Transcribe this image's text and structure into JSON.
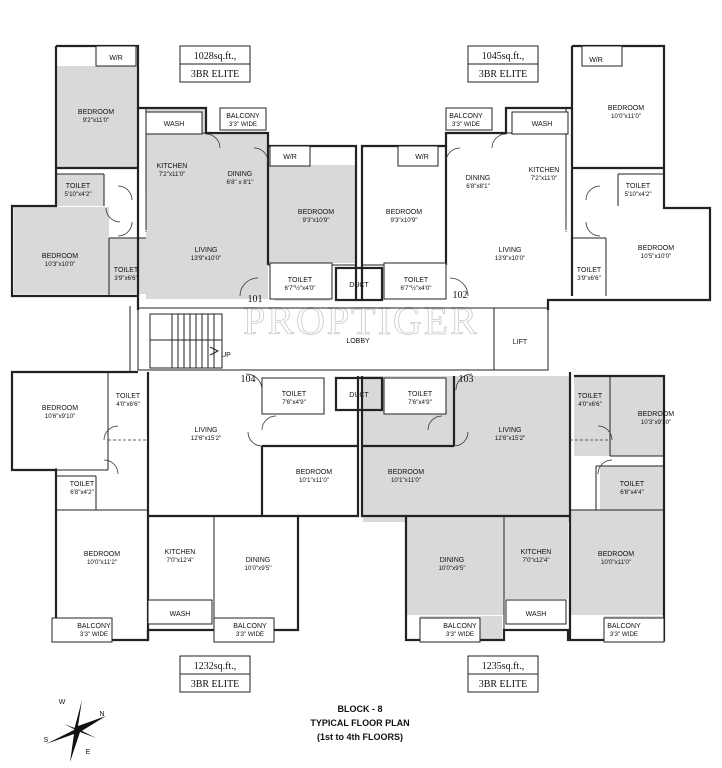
{
  "watermark": "PROPTIGER",
  "title": {
    "line1": "BLOCK - 8",
    "line2": "TYPICAL FLOOR PLAN",
    "line3": "(1st to 4th FLOORS)"
  },
  "compass": {
    "n": "N",
    "s": "S",
    "e": "E",
    "w": "W"
  },
  "common": {
    "lobby": "LOBBY",
    "lift": "LIFT",
    "duct": "DUCT",
    "up": "UP"
  },
  "units": {
    "u101": {
      "number": "101",
      "area": "1028sq.ft.,",
      "type": "3BR ELITE",
      "rooms": {
        "wr1": "W/R",
        "wr2": "W/R",
        "bed1": "BEDROOM",
        "bed1_dim": "9'2\"x11'0\"",
        "wash": "WASH",
        "balcony": "BALCONY",
        "balcony_dim": "3'3\" WIDE",
        "kitchen": "KITCHEN",
        "kitchen_dim": "7'2\"x11'0\"",
        "dining": "DINING",
        "dining_dim": "6'8\" x 8'1\"",
        "toilet1": "TOILET",
        "toilet1_dim": "5'10\"x4'2\"",
        "bed2": "BEDROOM",
        "bed2_dim": "9'3\"x10'9\"",
        "bed3": "BEDROOM",
        "bed3_dim": "10'3\"x10'0\"",
        "living": "LIVING",
        "living_dim": "13'9\"x10'0\"",
        "toilet2": "TOILET",
        "toilet2_dim": "3'9\"x6'6\"",
        "toilet3": "TOILET",
        "toilet3_dim": "6'7\"½\"x4'0\""
      }
    },
    "u102": {
      "number": "102",
      "area": "1045sq.ft.,",
      "type": "3BR ELITE",
      "rooms": {
        "wr1": "W/R",
        "wr2": "W/R",
        "balcony": "BALCONY",
        "balcony_dim": "3'3\" WIDE",
        "wash": "WASH",
        "bed1": "BEDROOM",
        "bed1_dim": "10'0\"x11'0\"",
        "dining": "DINING",
        "dining_dim": "6'8\"x8'1\"",
        "kitchen": "KITCHEN",
        "kitchen_dim": "7'2\"x11'0\"",
        "toilet1": "TOILET",
        "toilet1_dim": "5'10\"x4'2\"",
        "bed2": "BEDROOM",
        "bed2_dim": "9'3\"x10'9\"",
        "living": "LIVING",
        "living_dim": "13'9\"x10'0\"",
        "bed3": "BEDROOM",
        "bed3_dim": "10'5\"x10'0\"",
        "toilet2": "TOILET",
        "toilet2_dim": "3'9\"x6'6\"",
        "toilet3": "TOILET",
        "toilet3_dim": "6'7\"½\"x4'0\""
      }
    },
    "u104": {
      "number": "104",
      "area": "1232sq.ft.,",
      "type": "3BR ELITE",
      "rooms": {
        "bed1": "BEDROOM",
        "bed1_dim": "10'6\"x9'10\"",
        "toilet1": "TOILET",
        "toilet1_dim": "4'0\"x6'6\"",
        "living": "LIVING",
        "living_dim": "12'6\"x15'2\"",
        "toilet2": "TOILET",
        "toilet2_dim": "7'6\"x4'9\"",
        "toilet3": "TOILET",
        "toilet3_dim": "6'8\"x4'2\"",
        "bed2": "BEDROOM",
        "bed2_dim": "10'1\"x11'0\"",
        "bed3": "BEDROOM",
        "bed3_dim": "10'0\"x11'2\"",
        "kitchen": "KITCHEN",
        "kitchen_dim": "7'0\"x12'4\"",
        "dining": "DINING",
        "dining_dim": "10'0\"x9'5\"",
        "wash": "WASH",
        "balcony1": "BALCONY",
        "balcony1_dim": "3'3\" WIDE",
        "balcony2": "BALCONY",
        "balcony2_dim": "3'3\" WIDE"
      }
    },
    "u103": {
      "number": "103",
      "area": "1235sq.ft.,",
      "type": "3BR ELITE",
      "rooms": {
        "toilet1": "TOILET",
        "toilet1_dim": "7'6\"x4'9\"",
        "living": "LIVING",
        "living_dim": "12'6\"x15'2\"",
        "toilet2": "TOILET",
        "toilet2_dim": "4'0\"x6'6\"",
        "bed1": "BEDROOM",
        "bed1_dim": "10'3\"x9'10\"",
        "bed2": "BEDROOM",
        "bed2_dim": "10'1\"x11'0\"",
        "toilet3": "TOILET",
        "toilet3_dim": "6'8\"x4'4\"",
        "dining": "DINING",
        "dining_dim": "10'0\"x9'5\"",
        "kitchen": "KITCHEN",
        "kitchen_dim": "7'0\"x12'4\"",
        "bed3": "BEDROOM",
        "bed3_dim": "10'0\"x11'0\"",
        "wash": "WASH",
        "balcony1": "BALCONY",
        "balcony1_dim": "3'3\" WIDE",
        "balcony2": "BALCONY",
        "balcony2_dim": "3'3\" WIDE"
      }
    }
  }
}
